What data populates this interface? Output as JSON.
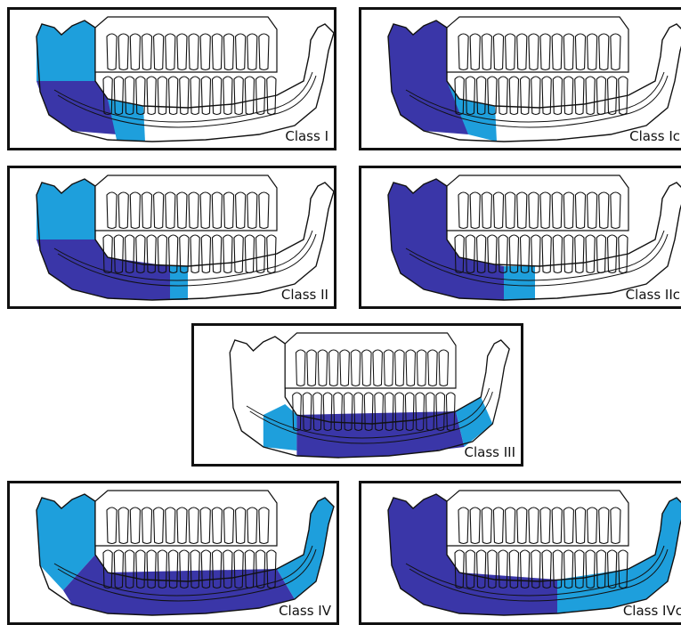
{
  "colors": {
    "light_blue": "#1e9fdc",
    "dark_blue": "#3a36a8",
    "outline": "#111111"
  },
  "panels": [
    {
      "label": "Class I",
      "variant": "left-short"
    },
    {
      "label": "Class Ic",
      "variant": "left-short-coronoid"
    },
    {
      "label": "Class II",
      "variant": "left-long"
    },
    {
      "label": "Class IIc",
      "variant": "left-long-coronoid"
    },
    {
      "label": "Class III",
      "variant": "central"
    },
    {
      "label": "Class IV",
      "variant": "bilateral"
    },
    {
      "label": "Class IVc",
      "variant": "bilateral-coronoid"
    }
  ]
}
